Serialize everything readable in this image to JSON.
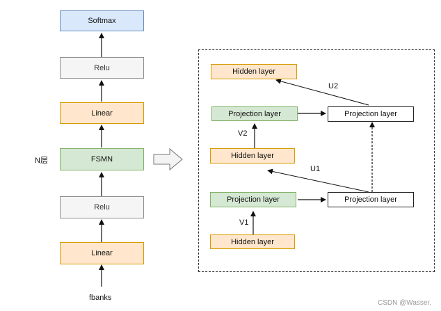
{
  "left_stack": {
    "softmax": "Softmax",
    "relu_top": "Relu",
    "linear_top": "Linear",
    "fsmn": "FSMN",
    "relu_bottom": "Relu",
    "linear_bottom": "Linear",
    "input_label": "fbanks",
    "layer_count_label": "N层"
  },
  "fsmn_detail": {
    "hidden_top": "Hidden layer",
    "projection_green_top": "Projection layer",
    "projection_white_top": "Projection layer",
    "hidden_middle": "Hidden layer",
    "projection_green_bottom": "Projection layer",
    "projection_white_bottom": "Projection layer",
    "hidden_bottom": "Hidden layer",
    "label_u2": "U2",
    "label_v2": "V2",
    "label_u1": "U1",
    "label_v1": "V1"
  },
  "watermark": "CSDN @Wasser."
}
